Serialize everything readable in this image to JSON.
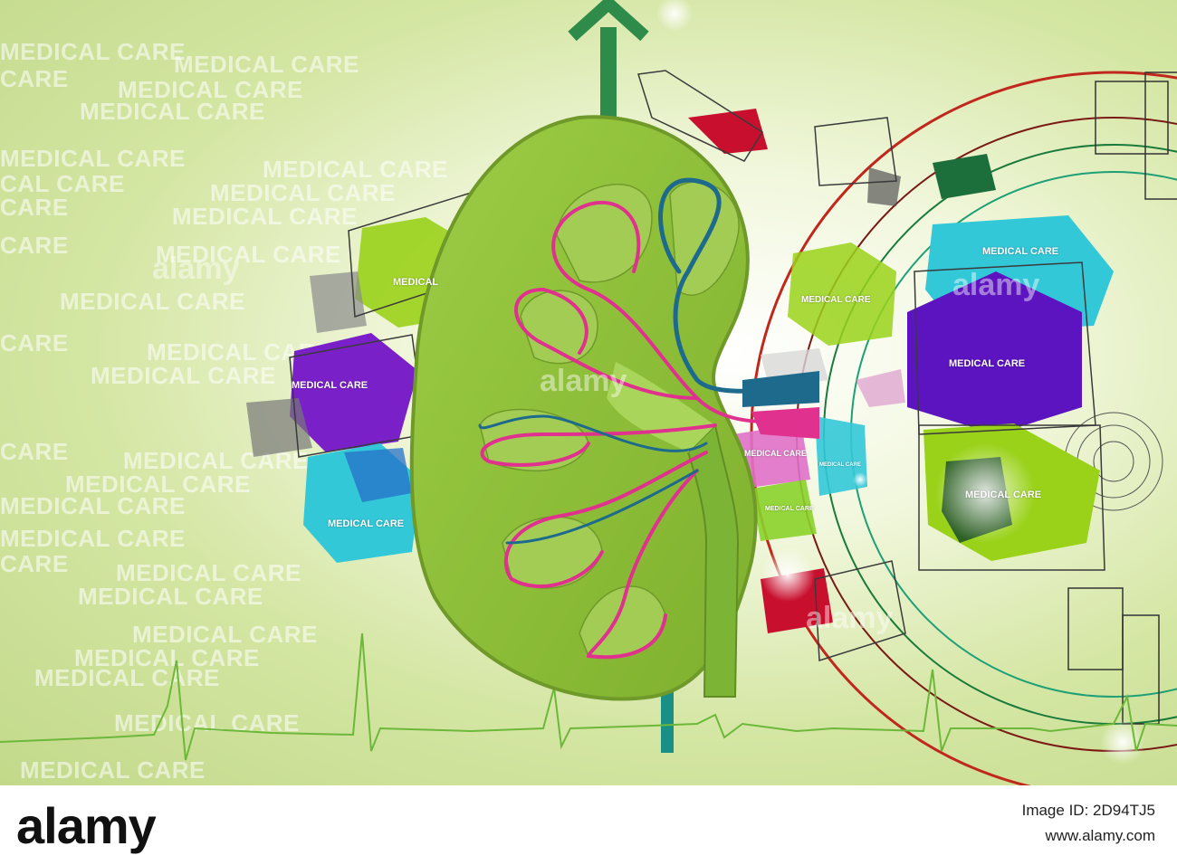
{
  "background_words": [
    {
      "text": "MEDICAL CARE"
    },
    {
      "text": "MEDICAL CARE"
    },
    {
      "text": "MEDICAL CARE"
    },
    {
      "text": "CARE"
    },
    {
      "text": "MEDICAL CARE"
    },
    {
      "text": "MEDICAL CARE"
    },
    {
      "text": "CAL CARE"
    },
    {
      "text": "MEDICAL CARE"
    },
    {
      "text": "CARE"
    },
    {
      "text": "MEDICAL CARE"
    },
    {
      "text": "MEDICAL CARE"
    },
    {
      "text": "CARE"
    },
    {
      "text": "MEDICAL CARE"
    },
    {
      "text": "MEDICAL CARE"
    },
    {
      "text": "CARE"
    },
    {
      "text": "MEDICAL CARE"
    },
    {
      "text": "MEDICAL CARE"
    },
    {
      "text": "CARE"
    },
    {
      "text": "MEDICAL CARE"
    },
    {
      "text": "MEDICAL CARE"
    },
    {
      "text": "MEDICAL CARE"
    },
    {
      "text": "MEDICAL CARE"
    },
    {
      "text": "CARE"
    },
    {
      "text": "MEDICAL CARE"
    },
    {
      "text": "MEDICAL CARE"
    },
    {
      "text": "MEDICAL CARE"
    },
    {
      "text": "MEDICAL CARE"
    },
    {
      "text": "MEDICAL CARE"
    },
    {
      "text": "MEDICAL CARE"
    },
    {
      "text": "MEDICAL CARE"
    }
  ],
  "hex_labels": [
    {
      "text": "MEDICAL"
    },
    {
      "text": "MEDICAL CARE"
    },
    {
      "text": "MEDICAL CARE"
    },
    {
      "text": "MEDICAL CARE"
    },
    {
      "text": "MEDICAL CARE"
    },
    {
      "text": "MEDICAL CARE"
    },
    {
      "text": "MEDICAL CARE"
    },
    {
      "text": "MEDICAL CARE"
    },
    {
      "text": "MEDICAL CARE"
    },
    {
      "text": "MEDICAL CARE"
    }
  ],
  "watermarks": [
    "alamy",
    "alamy",
    "alamy",
    "alamy"
  ],
  "footer": {
    "brand": "alamy",
    "image_id_line": "Image ID: 2D94TJ5",
    "site": "www.alamy.com"
  },
  "colors": {
    "kidney_green": "#8fc23a",
    "vessel_pink": "#e0318f",
    "vessel_blue": "#1e6a8c",
    "hex_purple": "#7a20c8",
    "hex_cyan": "#33c8d8",
    "hex_lime": "#9ad21a"
  }
}
